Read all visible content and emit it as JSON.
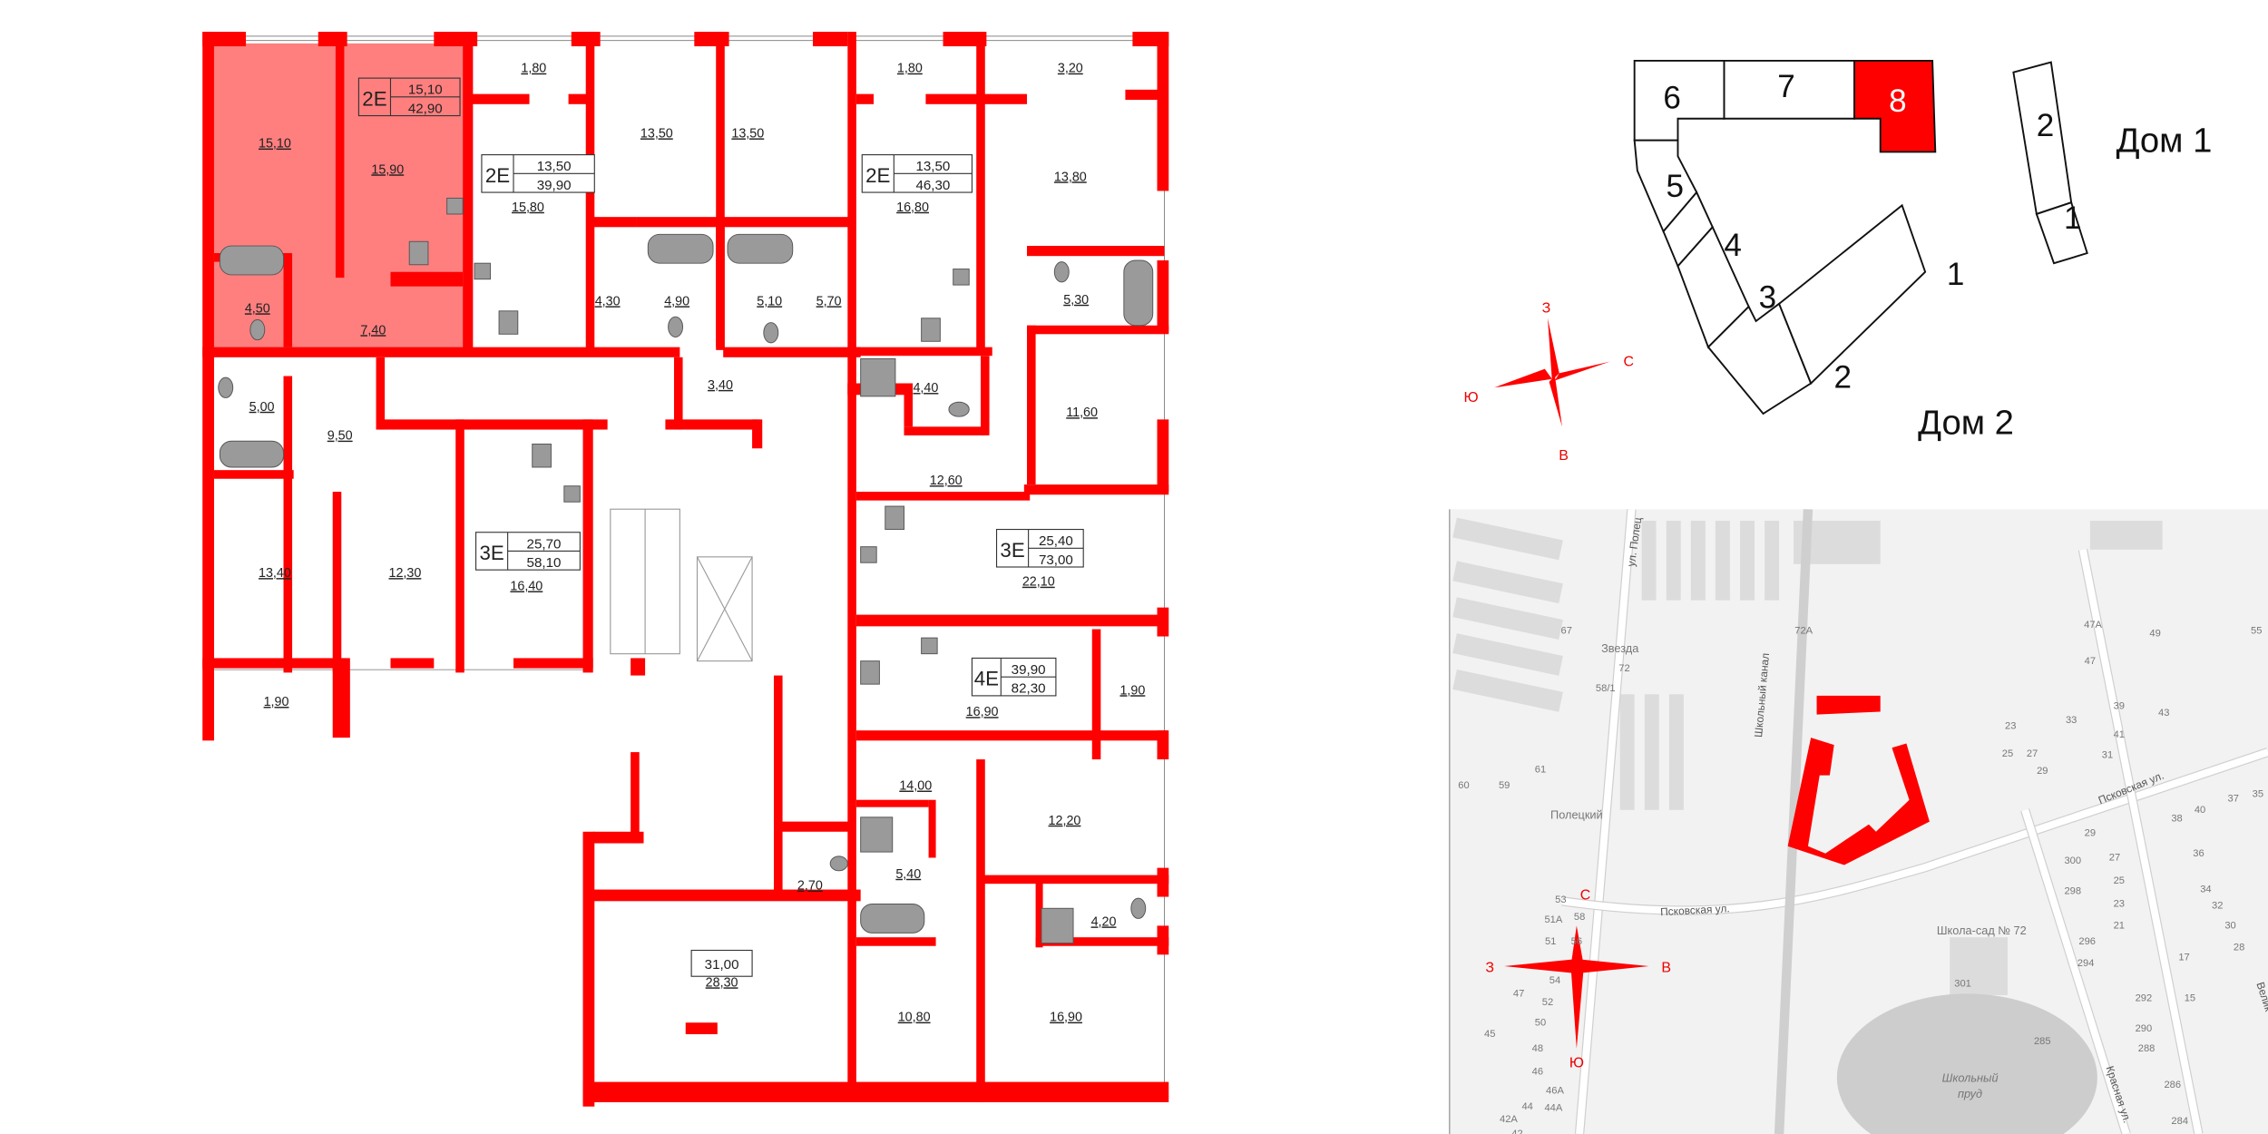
{
  "colors": {
    "accent": "#ff0000",
    "highlight": "#ff7f7f",
    "fixture": "#9a9a9a",
    "map_bg": "#f2f2f2"
  },
  "floor_plan": {
    "apartments": [
      {
        "type": "2E",
        "living": "15,10",
        "total": "42,90",
        "highlighted": true
      },
      {
        "type": "2E",
        "living": "13,50",
        "total": "39,90",
        "highlighted": false
      },
      {
        "type": "2E",
        "living": "13,50",
        "total": "46,30",
        "highlighted": false
      },
      {
        "type": "3E",
        "living": "25,70",
        "total": "58,10",
        "highlighted": false
      },
      {
        "type": "3E",
        "living": "25,40",
        "total": "73,00",
        "highlighted": false
      },
      {
        "type": "4E",
        "living": "39,90",
        "total": "82,30",
        "highlighted": false
      },
      {
        "type": "",
        "living": "31,00",
        "total": "",
        "highlighted": false
      }
    ],
    "rooms": [
      "15,10",
      "15,90",
      "1,80",
      "13,50",
      "13,50",
      "15,80",
      "1,80",
      "3,20",
      "13,80",
      "16,80",
      "4,50",
      "7,40",
      "4,30",
      "4,90",
      "5,10",
      "5,70",
      "5,30",
      "5,00",
      "3,40",
      "4,40",
      "11,60",
      "9,50",
      "12,60",
      "13,40",
      "12,30",
      "16,40",
      "22,10",
      "1,90",
      "16,90",
      "1,90",
      "14,00",
      "12,20",
      "2,70",
      "5,40",
      "4,20",
      "28,30",
      "10,80",
      "16,90"
    ]
  },
  "section_scheme": {
    "house2_sections": [
      "6",
      "7",
      "8",
      "5",
      "4",
      "3",
      "2",
      "1"
    ],
    "house1_sections": [
      "2",
      "1"
    ],
    "selected_section": "8",
    "house1_label": "Дом 1",
    "house2_label": "Дом 2",
    "compass": {
      "top": "З",
      "right": "С",
      "left": "Ю",
      "bottom": "В"
    }
  },
  "map": {
    "compass": {
      "top": "С",
      "right": "В",
      "left": "З",
      "bottom": "Ю"
    },
    "streets": [
      "ул. Полец",
      "Школьный канал",
      "Псковская ул.",
      "Псковская ул.",
      "Красная ул.",
      "Велик"
    ],
    "pois": [
      "Звезда",
      "Полецкий",
      "Школа-сад № 72"
    ],
    "water": [
      "Школьный",
      "пруд"
    ],
    "house_numbers": [
      "67",
      "72А",
      "72",
      "58/1",
      "61",
      "59",
      "47А",
      "49",
      "55",
      "47",
      "39",
      "43",
      "41",
      "23",
      "33",
      "25",
      "27",
      "31",
      "29",
      "35",
      "37",
      "40",
      "38",
      "29",
      "27",
      "36",
      "25",
      "34",
      "300",
      "298",
      "23",
      "32",
      "21",
      "30",
      "296",
      "28",
      "294",
      "17",
      "301",
      "292",
      "15",
      "290",
      "288",
      "285",
      "286",
      "284",
      "53",
      "51А",
      "51",
      "58",
      "56",
      "54",
      "52",
      "50",
      "47",
      "48",
      "45",
      "46",
      "46А",
      "44",
      "44А",
      "42А",
      "42",
      "60"
    ]
  }
}
